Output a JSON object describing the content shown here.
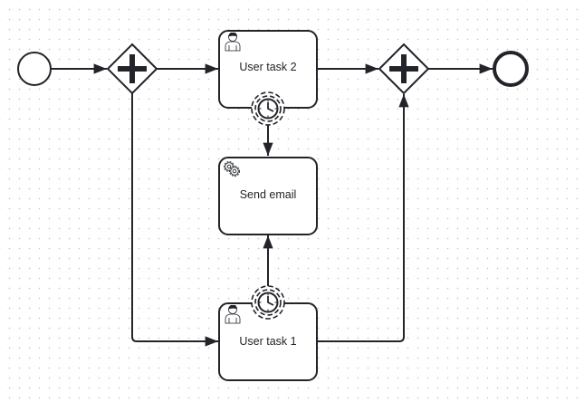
{
  "diagram": {
    "type": "bpmn-process",
    "stroke_color": "#22242a",
    "fill_color": "#ffffff",
    "nodes": [
      {
        "id": "start",
        "kind": "start-event",
        "label": ""
      },
      {
        "id": "split",
        "kind": "parallel-gateway",
        "label": ""
      },
      {
        "id": "task2",
        "kind": "user-task",
        "label": "User task 2",
        "icon": "user-icon"
      },
      {
        "id": "email",
        "kind": "service-task",
        "label": "Send email",
        "icon": "gears-icon"
      },
      {
        "id": "task1",
        "kind": "user-task",
        "label": "User task 1",
        "icon": "user-icon"
      },
      {
        "id": "join",
        "kind": "parallel-gateway",
        "label": ""
      },
      {
        "id": "end",
        "kind": "end-event",
        "label": ""
      }
    ],
    "boundary_events": [
      {
        "id": "timer2",
        "kind": "non-interrupting-timer",
        "attached_to": "task2",
        "icon": "clock-icon"
      },
      {
        "id": "timer1",
        "kind": "non-interrupting-timer",
        "attached_to": "task1",
        "icon": "clock-icon"
      }
    ],
    "flows": [
      {
        "from": "start",
        "to": "split"
      },
      {
        "from": "split",
        "to": "task2"
      },
      {
        "from": "split",
        "to": "task1"
      },
      {
        "from": "task2",
        "to": "join"
      },
      {
        "from": "task1",
        "to": "join"
      },
      {
        "from": "timer2",
        "to": "email"
      },
      {
        "from": "timer1",
        "to": "email"
      },
      {
        "from": "join",
        "to": "end"
      }
    ]
  },
  "labels": {
    "task2": "User task 2",
    "email": "Send email",
    "task1": "User task 1"
  }
}
